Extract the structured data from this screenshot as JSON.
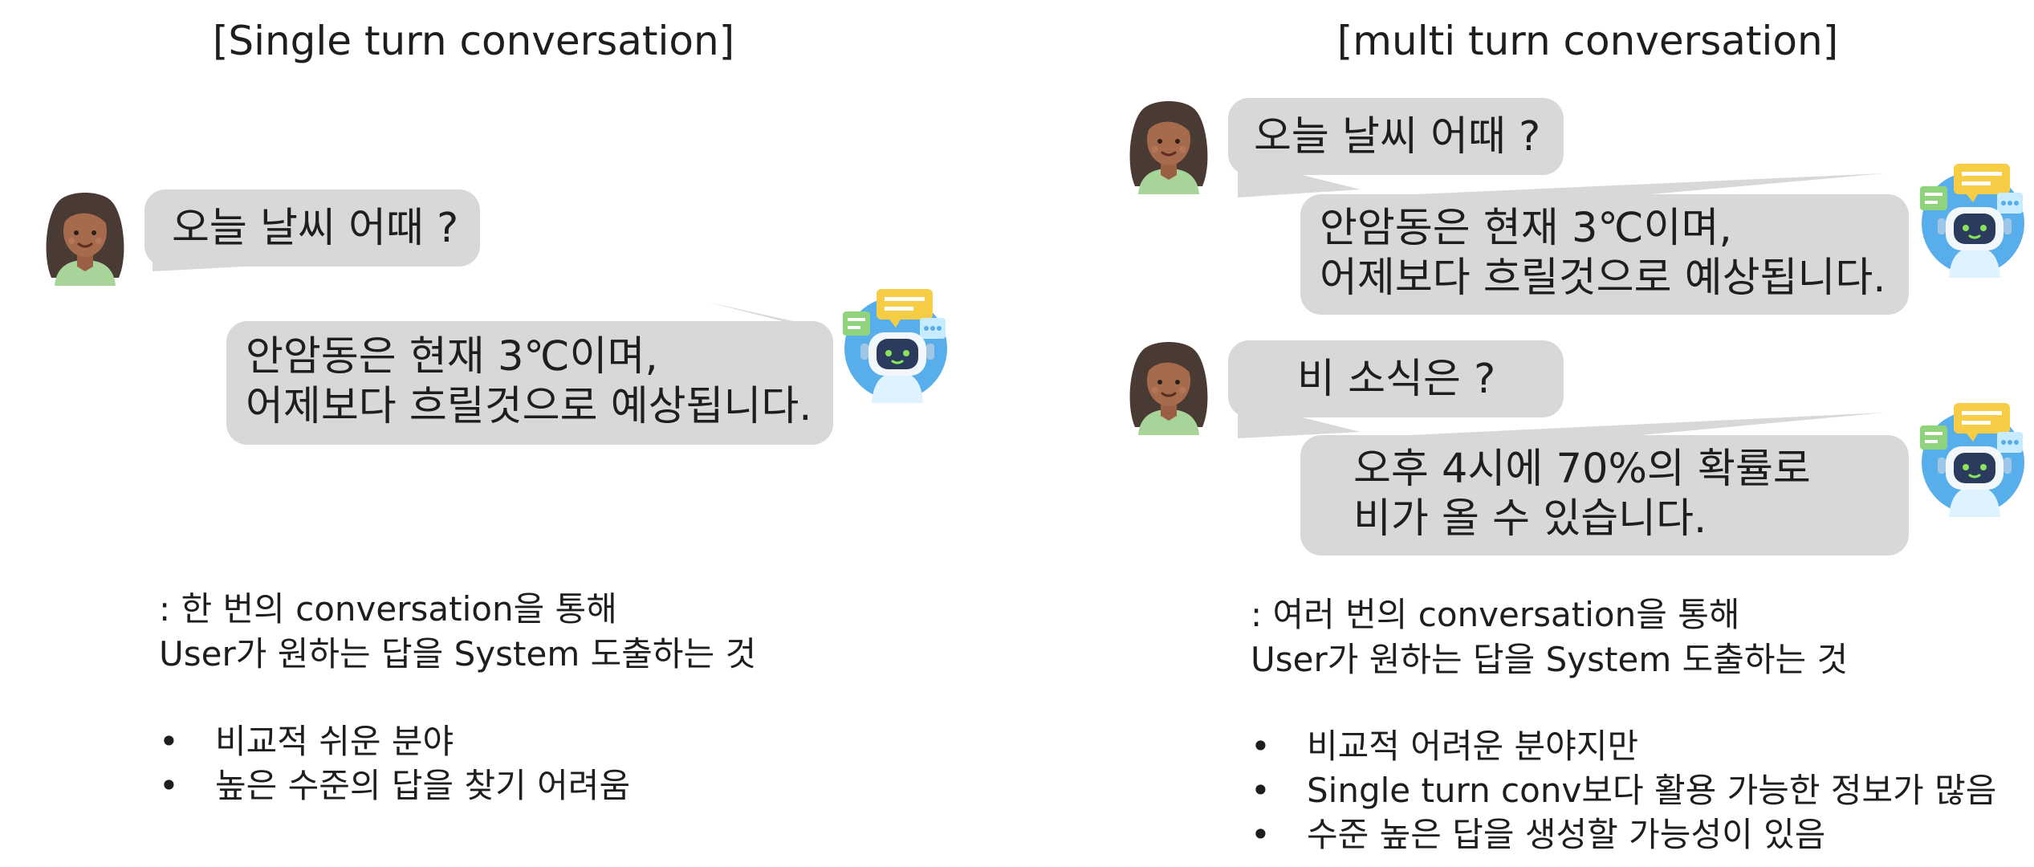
{
  "left": {
    "title": "[Single turn conversation]",
    "user_message": "오늘 날씨 어때 ?",
    "bot_reply": [
      "안암동은 현재 3℃이며,",
      "어제보다 흐릴것으로 예상됩니다."
    ],
    "description": [
      ": 한 번의 conversation을 통해",
      "User가 원하는 답을 System 도출하는 것"
    ],
    "bullets": [
      "비교적 쉬운 분야",
      "높은 수준의 답을 찾기 어려움"
    ]
  },
  "right": {
    "title": "[multi turn conversation]",
    "user_message_1": "오늘 날씨 어때 ?",
    "bot_reply_1": [
      "안암동은 현재 3℃이며,",
      "어제보다 흐릴것으로 예상됩니다."
    ],
    "user_message_2": "비 소식은 ?",
    "bot_reply_2": [
      "오후 4시에 70%의 확률로",
      "비가 올 수 있습니다."
    ],
    "description": [
      ": 여러 번의 conversation을 통해",
      "User가 원하는 답을 System 도출하는 것"
    ],
    "bullets": [
      "비교적 어려운 분야지만",
      "Single turn conv보다 활용 가능한 정보가 많음",
      "수준 높은 답을 생성할 가능성이 있음"
    ]
  },
  "icons": {
    "user": "woman-avatar-icon",
    "bot": "chatbot-robot-icon"
  },
  "colors": {
    "bubble": "#d8d8d8",
    "text": "#1e1e1e",
    "skin": "#a66b4c",
    "hair": "#4a3a34",
    "shirt": "#a8d49a",
    "robot_blue": "#58aeea"
  }
}
